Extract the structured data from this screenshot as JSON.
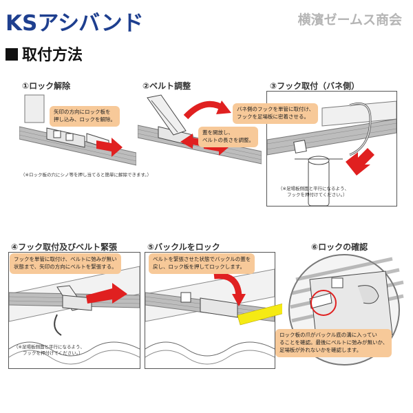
{
  "header": {
    "title": "KSアシバンド",
    "company": "横濱ゼームス商会"
  },
  "section": {
    "title": "取付方法"
  },
  "steps": [
    {
      "label": "①ロック解除",
      "callout": "矢印の方向にロック板を\n押し込み、ロックを解除。",
      "note": "（※ロック板の穴にシノ等を押し当てると簡単に解除できます。）"
    },
    {
      "label": "②ベルト調整",
      "callout": "蓋を開放し、\nベルトの長さを調整。"
    },
    {
      "label": "③フック取付（バネ側）",
      "callout": "バネ側のフックを単管に取付け、\nフックを足場板に密着させる。",
      "note": "（※足場板側面と平行になるよう、\n　　フックを押付けてください。）"
    },
    {
      "label": "④フック取付及びベルト緊張",
      "callout": "フックを単管に取付け、ベルトに弛みが無い\n状態まで、矢印の方向にベルトを緊張する。",
      "note": "（※足場板側面と平行になるよう、\n　　フックを押付けてください。）"
    },
    {
      "label": "⑤バックルをロック",
      "callout": "ベルトを緊張させた状態でバックルの蓋を\n戻し、ロック板を押してロックします。"
    },
    {
      "label": "⑥ロックの確認",
      "callout": "ロック板の爪がバックル底の溝に入ってい\nることを確認。最後にベルトに弛みが無いか、\n足場板が外れないかを確認します。"
    }
  ],
  "colors": {
    "title": "#1e3f8f",
    "company": "#b5b5b5",
    "callout": "#f7c999",
    "arrow_red": "#e02020",
    "arrow_yellow": "#f5ea14",
    "belt": "#8a8a8a"
  }
}
